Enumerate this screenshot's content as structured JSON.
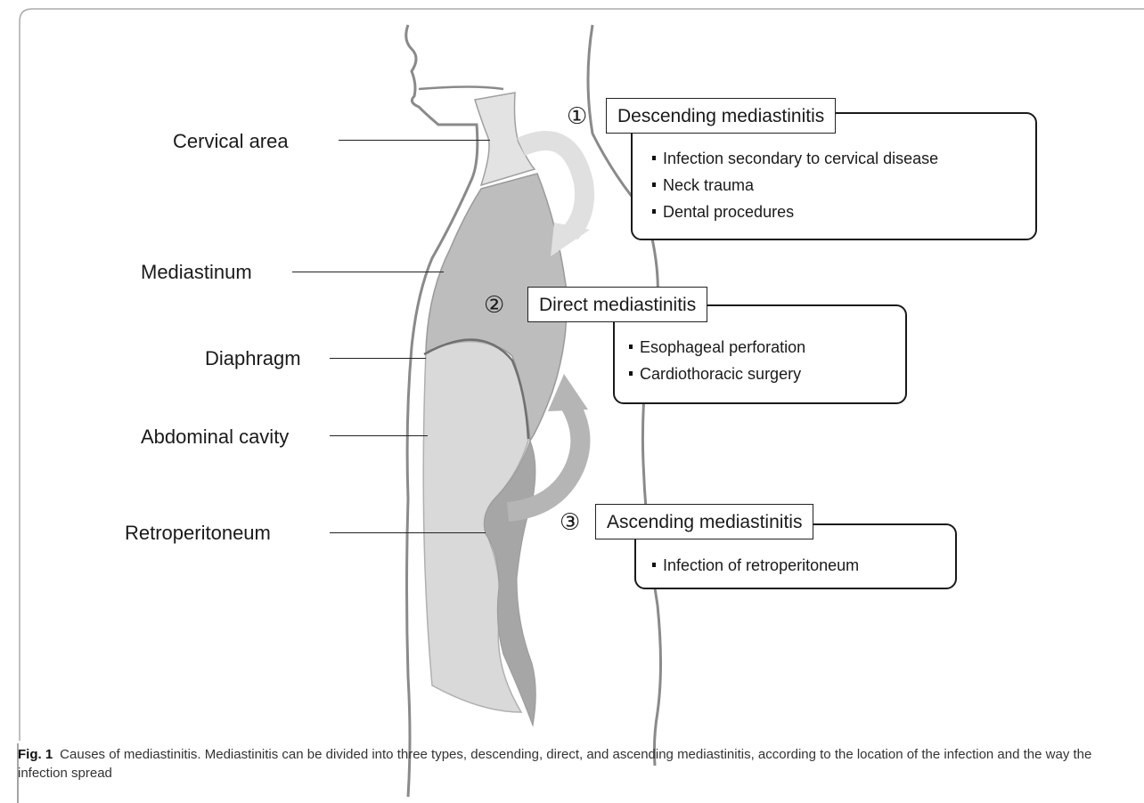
{
  "regions": {
    "cervical": "Cervical area",
    "mediastinum": "Mediastinum",
    "diaphragm": "Diaphragm",
    "abdominal": "Abdominal cavity",
    "retroperitoneum": "Retroperitoneum"
  },
  "types": [
    {
      "marker": "①",
      "title": "Descending mediastinitis",
      "causes": [
        "Infection secondary to cervical disease",
        "Neck trauma",
        "Dental procedures"
      ]
    },
    {
      "marker": "②",
      "title": "Direct mediastinitis",
      "causes": [
        "Esophageal perforation",
        "Cardiothoracic surgery"
      ]
    },
    {
      "marker": "③",
      "title": "Ascending mediastinitis",
      "causes": [
        "Infection of retroperitoneum"
      ]
    }
  ],
  "caption": {
    "label": "Fig. 1",
    "text": "Causes of mediastinitis. Mediastinitis can be divided into three types, descending, direct, and ascending mediastinitis, according to the location of the infection and the way the infection spread"
  },
  "colors": {
    "outline": "#8a8a8a",
    "cervical_fill": "#e3e3e3",
    "mediastinum_fill": "#bdbdbd",
    "abdominal_fill": "#d9d9d9",
    "retroperitoneum_fill": "#a6a6a6",
    "arrow_light": "#e0e0e0",
    "arrow_dark": "#b5b5b5"
  }
}
